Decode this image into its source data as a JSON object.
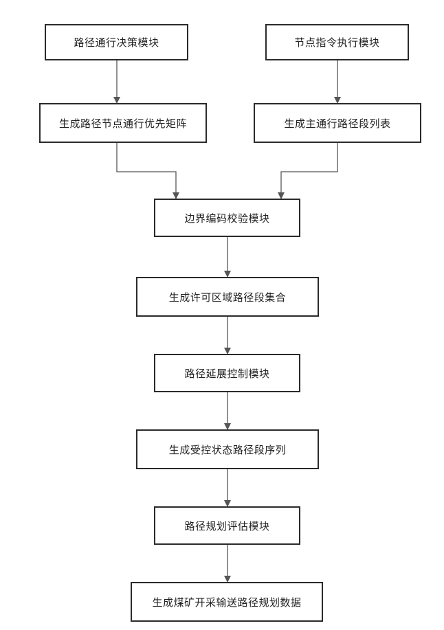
{
  "diagram": {
    "nodes": [
      {
        "id": "b1",
        "label": "路径通行决策模块"
      },
      {
        "id": "b2",
        "label": "节点指令执行模块"
      },
      {
        "id": "b3",
        "label": "生成路径节点通行优先矩阵"
      },
      {
        "id": "b4",
        "label": "生成主通行路径段列表"
      },
      {
        "id": "b5",
        "label": "边界编码校验模块"
      },
      {
        "id": "b6",
        "label": "生成许可区域路径段集合"
      },
      {
        "id": "b7",
        "label": "路径延展控制模块"
      },
      {
        "id": "b8",
        "label": "生成受控状态路径段序列"
      },
      {
        "id": "b9",
        "label": "路径规划评估模块"
      },
      {
        "id": "b10",
        "label": "生成煤矿开采输送路径规划数据"
      }
    ],
    "edges": [
      {
        "from": "b1",
        "to": "b3"
      },
      {
        "from": "b2",
        "to": "b4"
      },
      {
        "from": "b3",
        "to": "b5"
      },
      {
        "from": "b4",
        "to": "b5"
      },
      {
        "from": "b5",
        "to": "b6"
      },
      {
        "from": "b6",
        "to": "b7"
      },
      {
        "from": "b7",
        "to": "b8"
      },
      {
        "from": "b8",
        "to": "b9"
      },
      {
        "from": "b9",
        "to": "b10"
      }
    ],
    "line_color": "#555555",
    "border_color": "#2a2a2a"
  }
}
